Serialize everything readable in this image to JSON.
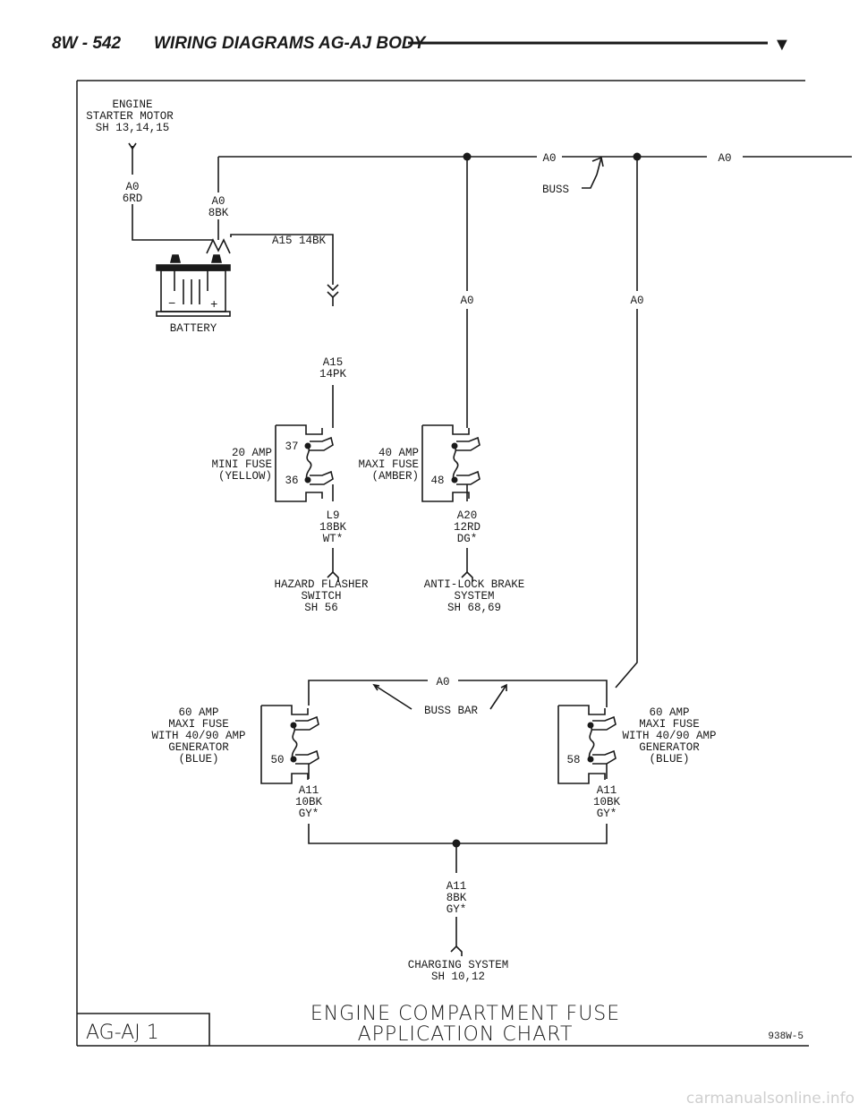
{
  "header": {
    "page_code": "8W - 542",
    "title": "WIRING DIAGRAMS AG-AJ BODY",
    "marker": "▼"
  },
  "diagram": {
    "starter": {
      "line1": "ENGINE",
      "line2": "STARTER MOTOR",
      "line3": "SH 13,14,15"
    },
    "starter_wire": {
      "circuit": "A0",
      "spec": "6RD"
    },
    "battery_wire": {
      "circuit": "A0",
      "spec": "8BK"
    },
    "a15_wire": {
      "label": "A15 14BK"
    },
    "battery": {
      "label": "BATTERY",
      "neg": "−",
      "pos": "+"
    },
    "top_bus": {
      "label_a": "A0",
      "label_b": "A0",
      "buss": "BUSS"
    },
    "drop_left": {
      "label": "A0"
    },
    "drop_right": {
      "label": "A0"
    },
    "a15_pk": {
      "circuit": "A15",
      "spec": "14PK"
    },
    "fuse37": {
      "line1": "20 AMP",
      "line2": "MINI FUSE",
      "line3": "(YELLOW)",
      "pin_top": "37",
      "pin_bottom": "36"
    },
    "fuse48": {
      "line1": "40 AMP",
      "line2": "MAXI FUSE",
      "line3": "(AMBER)",
      "pin_bottom": "48"
    },
    "l9_wire": {
      "circuit": "L9",
      "spec": "18BK",
      "tracer": "WT*"
    },
    "a20_wire": {
      "circuit": "A20",
      "spec": "12RD",
      "tracer": "DG*"
    },
    "hazard": {
      "line1": "HAZARD FLASHER",
      "line2": "SWITCH",
      "line3": "SH 56"
    },
    "abs": {
      "line1": "ANTI-LOCK BRAKE",
      "line2": "SYSTEM",
      "line3": "SH 68,69"
    },
    "lower_bus": {
      "label": "A0",
      "buss_bar": "BUSS BAR"
    },
    "fuse50": {
      "line1": "60 AMP",
      "line2": "MAXI FUSE",
      "line3": "WITH 40/90 AMP",
      "line4": "GENERATOR",
      "line5": "(BLUE)",
      "pin": "50"
    },
    "fuse58": {
      "line1": "60 AMP",
      "line2": "MAXI FUSE",
      "line3": "WITH 40/90 AMP",
      "line4": "GENERATOR",
      "line5": "(BLUE)",
      "pin": "58"
    },
    "a11_left": {
      "circuit": "A11",
      "spec": "10BK",
      "tracer": "GY*"
    },
    "a11_right": {
      "circuit": "A11",
      "spec": "10BK",
      "tracer": "GY*"
    },
    "a11_out": {
      "circuit": "A11",
      "spec": "8BK",
      "tracer": "GY*"
    },
    "charging": {
      "line1": "CHARGING SYSTEM",
      "line2": "SH 10,12"
    }
  },
  "footer": {
    "model_box": "AG-AJ  1",
    "chart_title_1": "ENGINE COMPARTMENT FUSE",
    "chart_title_2": "APPLICATION CHART",
    "figure_code": "938W-5"
  },
  "watermark": "carmanualsonline.info"
}
